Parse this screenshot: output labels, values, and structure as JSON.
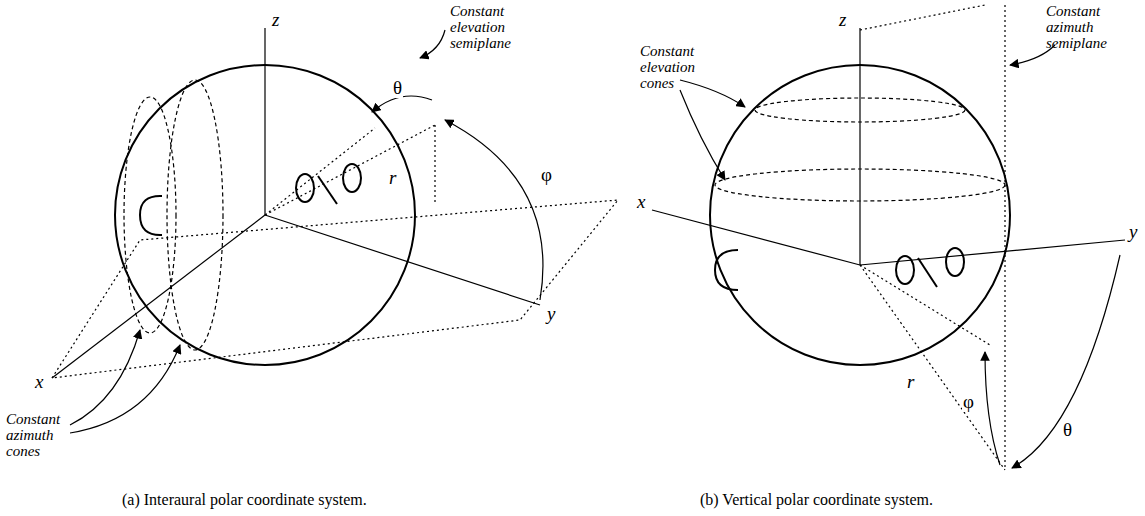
{
  "diagram": {
    "labels": [
      "Constant elevation semiplane",
      "z",
      "θ",
      "r",
      "φ",
      "x",
      "y",
      "Constant azimuth cones",
      "(a) Interaural polar coordinate system.",
      "Constant azimuth semiplane",
      "z",
      "Constant elevation cones",
      "x",
      "r",
      "φ",
      "y",
      "θ",
      "(b) Vertical polar coordinate system."
    ]
  }
}
